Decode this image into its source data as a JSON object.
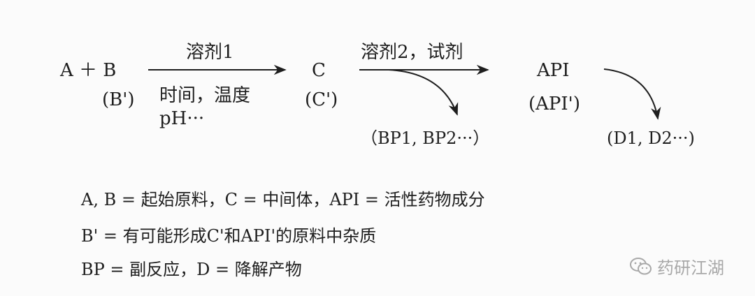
{
  "diagram": {
    "reactants": "A ＋ B",
    "reactant_impurity": "(B')",
    "step1_reagent": "溶剂1",
    "step1_conditions_line1": "时间，温度",
    "step1_conditions_line2": "pH···",
    "intermediate": "C",
    "intermediate_impurity": "(C')",
    "step2_reagent": "溶剂2，试剂",
    "byproducts": "（BP1, BP2···）",
    "product": "API",
    "product_impurity": "(API')",
    "degradants": "(D1, D2···)"
  },
  "legend": {
    "line1": "A, B = 起始原料，C = 中间体，API = 活性药物成分",
    "line2": "B' = 有可能形成C'和API'的原料中杂质",
    "line3": "BP = 副反应，D = 降解产物"
  },
  "watermark": {
    "icon": "wechat-icon",
    "text": "药研江湖"
  },
  "colors": {
    "ink": "#1e1e1e",
    "watermark": "#a8a8a8"
  }
}
